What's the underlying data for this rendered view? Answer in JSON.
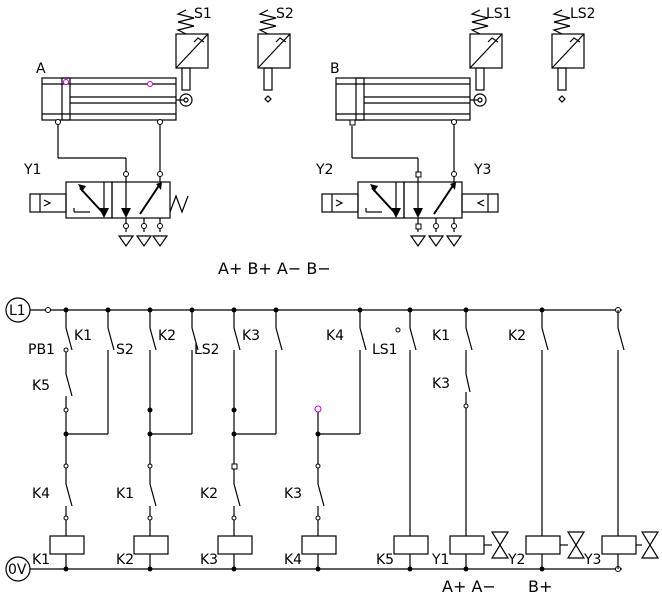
{
  "pneumatic": {
    "cyl_a_label": "A",
    "cyl_b_label": "B",
    "a_s1": "S1",
    "a_s2": "S2",
    "b_s1": "LS1",
    "b_s2": "LS2",
    "y1": "Y1",
    "y2": "Y2",
    "y3": "Y3"
  },
  "sequence": "A+ B+ A− B−",
  "ladder": {
    "l1": "L1",
    "ov": "0V",
    "c1_top": "PB1",
    "c1_nc": "K5",
    "c1_latch": "K1",
    "c1_mid": "K4",
    "c1_coil": "K1",
    "c2_top": "S2",
    "c2_latch": "K2",
    "c2_mid": "K1",
    "c2_coil": "K2",
    "c3_top": "LS2",
    "c3_latch": "K3",
    "c3_mid": "K2",
    "c3_coil": "K3",
    "c4_top": "K4",
    "c4_mid": "K3",
    "c4_coil": "K4",
    "c5_top": "LS1",
    "c5_coil": "K5",
    "c6_top": "K1",
    "c6_mid": "K3",
    "c6_coil": "Y1",
    "c7_top": "K2",
    "c7_coil": "Y2",
    "c8_coil": "Y3",
    "out_a": "A+ A−",
    "out_b": "B+"
  }
}
